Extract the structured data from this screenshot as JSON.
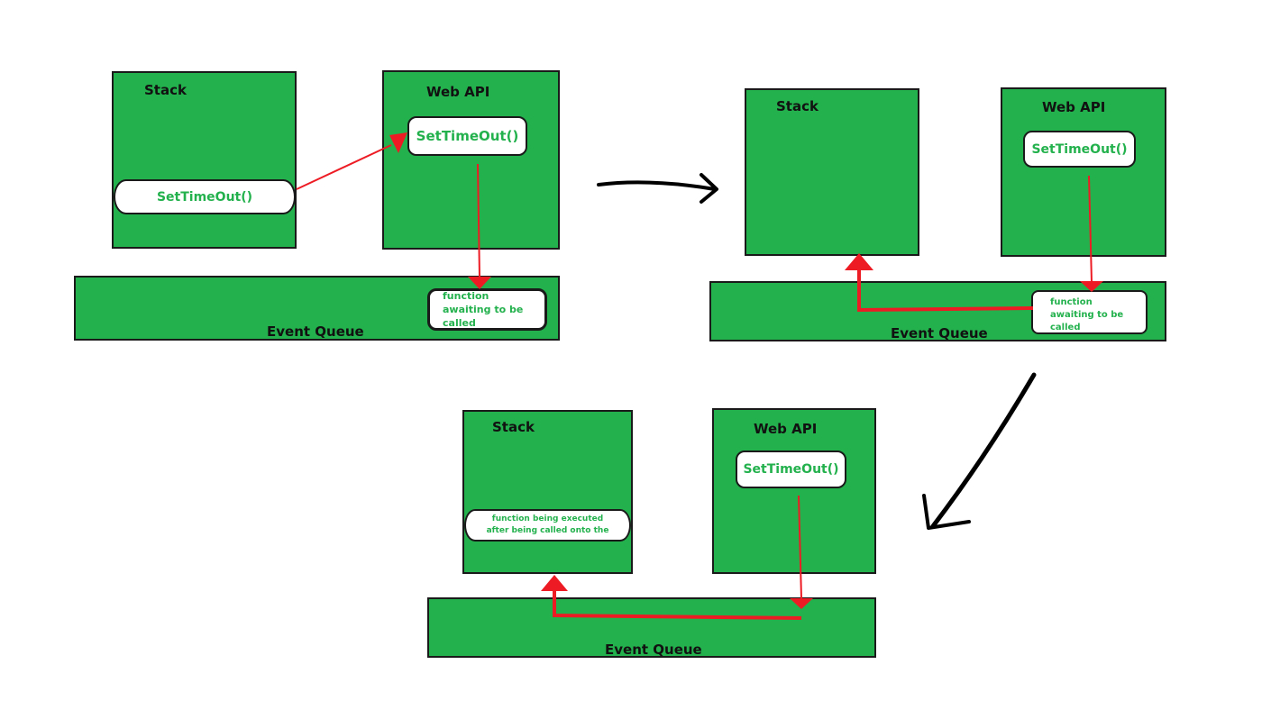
{
  "colors": {
    "box_fill": "#23b14d",
    "box_border": "#1a1a1a",
    "pill_text": "#23b14d",
    "arrow_red": "#ed1c24",
    "arrow_black": "#000000"
  },
  "panels": [
    {
      "stack_label": "Stack",
      "webapi_label": "Web API",
      "webapi_item": "SetTimeOut()",
      "queue_label": "Event Queue",
      "stack_item": "SetTimeOut()",
      "queue_item": "function awaiting to be called"
    },
    {
      "stack_label": "Stack",
      "webapi_label": "Web API",
      "webapi_item": "SetTimeOut()",
      "queue_label": "Event Queue",
      "queue_item_lines": [
        "function",
        "awaiting to be",
        "called"
      ]
    },
    {
      "stack_label": "Stack",
      "webapi_label": "Web API",
      "webapi_item": "SetTimeOut()",
      "queue_label": "Event Queue",
      "stack_item_lines": [
        "function being executed",
        "after being called onto the"
      ]
    }
  ]
}
